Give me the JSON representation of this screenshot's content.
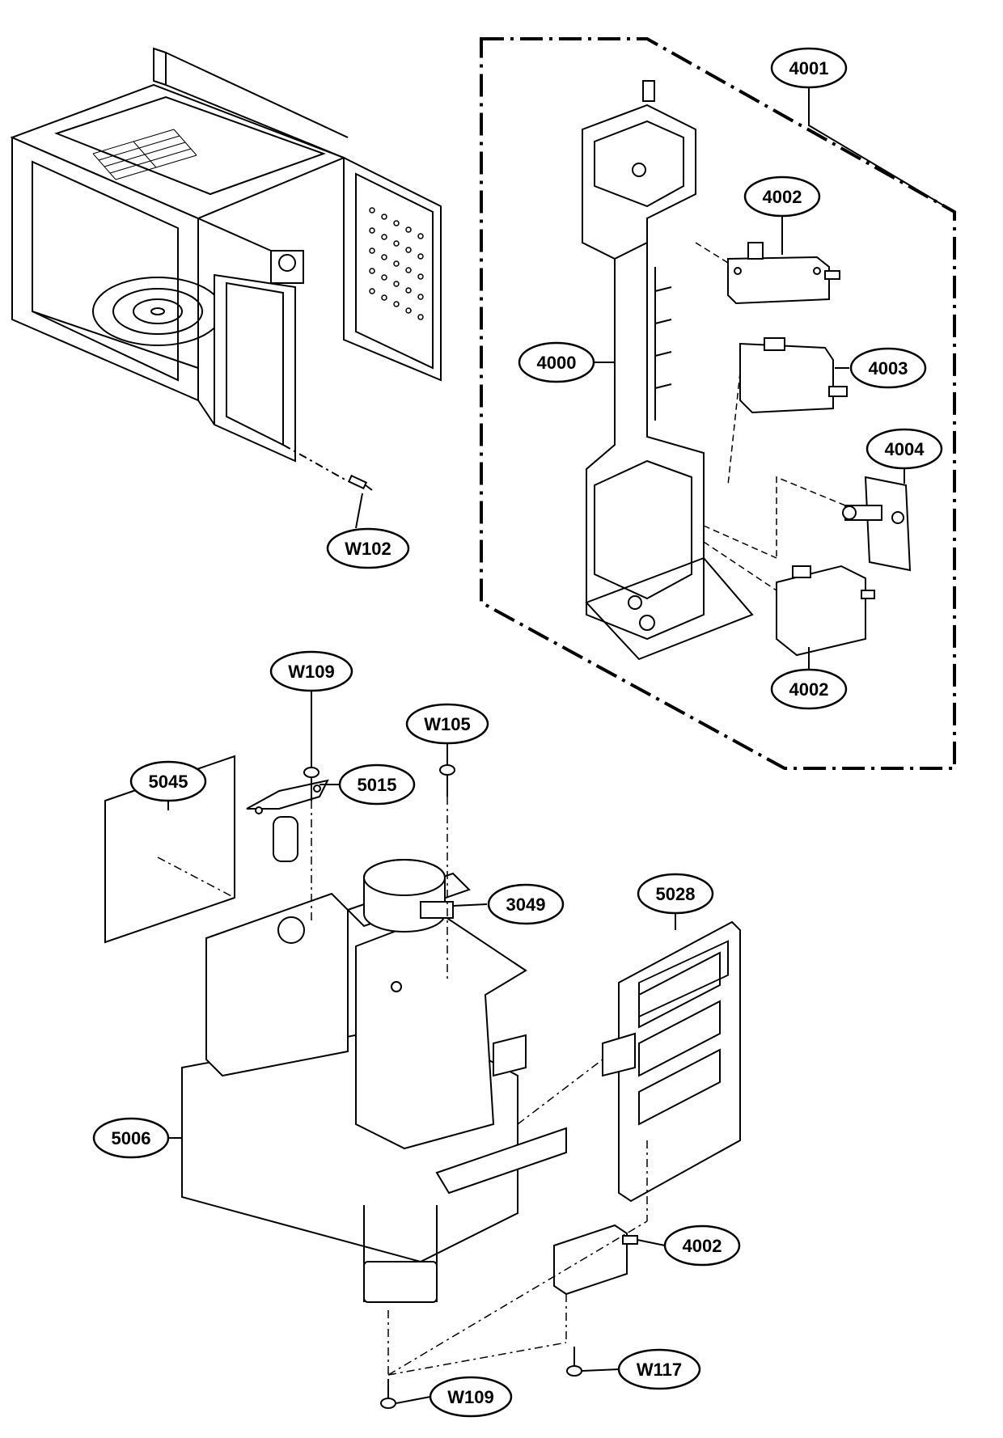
{
  "diagram": {
    "callouts": {
      "c4001": "4001",
      "c4002_top": "4002",
      "c4000": "4000",
      "c4003": "4003",
      "c4004": "4004",
      "c4002_mid": "4002",
      "cW102": "W102",
      "cW109_top": "W109",
      "cW105": "W105",
      "c5045": "5045",
      "c5015": "5015",
      "c3049": "3049",
      "c5028": "5028",
      "c5006": "5006",
      "c4002_bottom": "4002",
      "cW109_bottom": "W109",
      "cW117": "W117"
    },
    "colors": {
      "line": "#000000",
      "background": "#ffffff"
    }
  }
}
